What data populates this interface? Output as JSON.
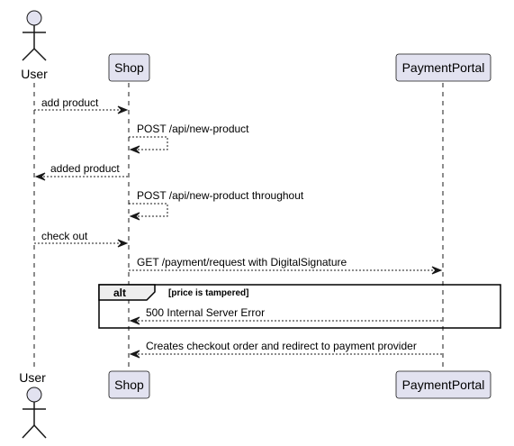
{
  "participants": {
    "user": {
      "label": "User"
    },
    "shop": {
      "label": "Shop"
    },
    "portal": {
      "label": "PaymentPortal"
    }
  },
  "messages": [
    {
      "from": "user",
      "to": "shop",
      "text": "add product"
    },
    {
      "from": "shop",
      "to": "shop",
      "text": "POST /api/new-product"
    },
    {
      "from": "shop",
      "to": "user",
      "text": "added product"
    },
    {
      "from": "shop",
      "to": "shop",
      "text": "POST /api/new-product throughout"
    },
    {
      "from": "user",
      "to": "shop",
      "text": "check out"
    },
    {
      "from": "shop",
      "to": "portal",
      "text": "GET /payment/request with DigitalSignature"
    },
    {
      "from": "portal",
      "to": "shop",
      "text": "500 Internal Server Error"
    },
    {
      "from": "portal",
      "to": "shop",
      "text": "Creates checkout order and redirect to payment provider"
    }
  ],
  "alt_fragment": {
    "keyword": "alt",
    "guard": "[price is tampered]"
  },
  "colors": {
    "participant_fill": "#E2E2F0",
    "line": "#181818",
    "fragment_tab": "#EEEEEE"
  }
}
